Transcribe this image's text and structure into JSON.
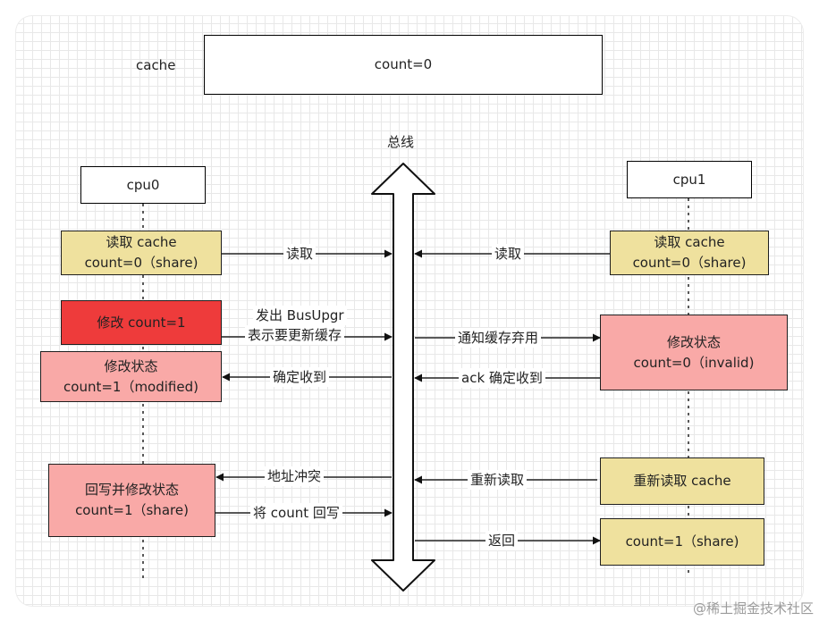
{
  "top": {
    "cache_label": "cache",
    "cache_value": "count=0"
  },
  "bus_label": "总线",
  "cpu0": {
    "title": "cpu0",
    "read_box": [
      "读取 cache",
      "count=0（share)"
    ],
    "modify_box": "修改 count=1",
    "state_box": [
      "修改状态",
      "count=1（modified)"
    ],
    "writeback_box": [
      "回写并修改状态",
      "count=1（share)"
    ]
  },
  "cpu1": {
    "title": "cpu1",
    "read_box": [
      "读取 cache",
      "count=0（share)"
    ],
    "state_box": [
      "修改状态",
      "count=0（invalid)"
    ],
    "reread_box": "重新读取 cache",
    "result_box": "count=1（share)"
  },
  "arrows": {
    "cpu0_read": "读取",
    "cpu1_read": "读取",
    "busupgr_line1": "发出 BusUpgr",
    "busupgr_line2": "表示要更新缓存",
    "notify_invalidate": "通知缓存弃用",
    "cpu0_ack": "确定收到",
    "cpu1_ack": "ack 确定收到",
    "address_conflict": "地址冲突",
    "reread": "重新读取",
    "writeback": "将 count 回写",
    "return": "返回"
  },
  "watermark": "@稀土掘金技术社区",
  "colors": {
    "yellow_box": "#efe19e",
    "pink_box": "#f9a9a7",
    "red_box": "#ee3b3b"
  }
}
